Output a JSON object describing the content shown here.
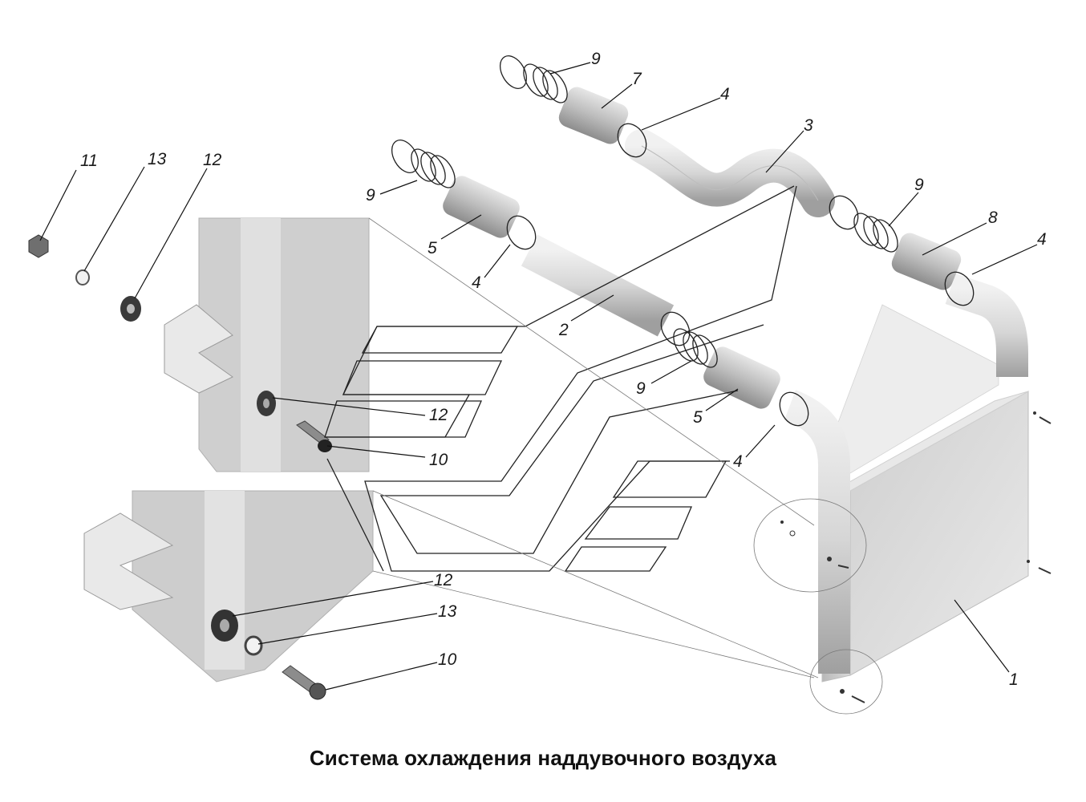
{
  "caption": "Система охлаждения наддувочного воздуха",
  "callouts": [
    {
      "id": "c11",
      "text": "11"
    },
    {
      "id": "c13a",
      "text": "13"
    },
    {
      "id": "c12a",
      "text": "12"
    },
    {
      "id": "c9a",
      "text": "9"
    },
    {
      "id": "c7",
      "text": "7"
    },
    {
      "id": "c4a",
      "text": "4"
    },
    {
      "id": "c3",
      "text": "3"
    },
    {
      "id": "c9b",
      "text": "9"
    },
    {
      "id": "c5a",
      "text": "5"
    },
    {
      "id": "c4b",
      "text": "4"
    },
    {
      "id": "c9c",
      "text": "9"
    },
    {
      "id": "c8",
      "text": "8"
    },
    {
      "id": "c4c",
      "text": "4"
    },
    {
      "id": "c2",
      "text": "2"
    },
    {
      "id": "c9d",
      "text": "9"
    },
    {
      "id": "c5b",
      "text": "5"
    },
    {
      "id": "c12b",
      "text": "12"
    },
    {
      "id": "c10a",
      "text": "10"
    },
    {
      "id": "c4d",
      "text": "4"
    },
    {
      "id": "c12c",
      "text": "12"
    },
    {
      "id": "c13b",
      "text": "13"
    },
    {
      "id": "c10b",
      "text": "10"
    },
    {
      "id": "c1",
      "text": "1"
    }
  ],
  "colors": {
    "part_fill": "#d8d8d8",
    "part_shadow": "#a9a9a9",
    "part_light": "#ececec",
    "line": "#111111"
  }
}
